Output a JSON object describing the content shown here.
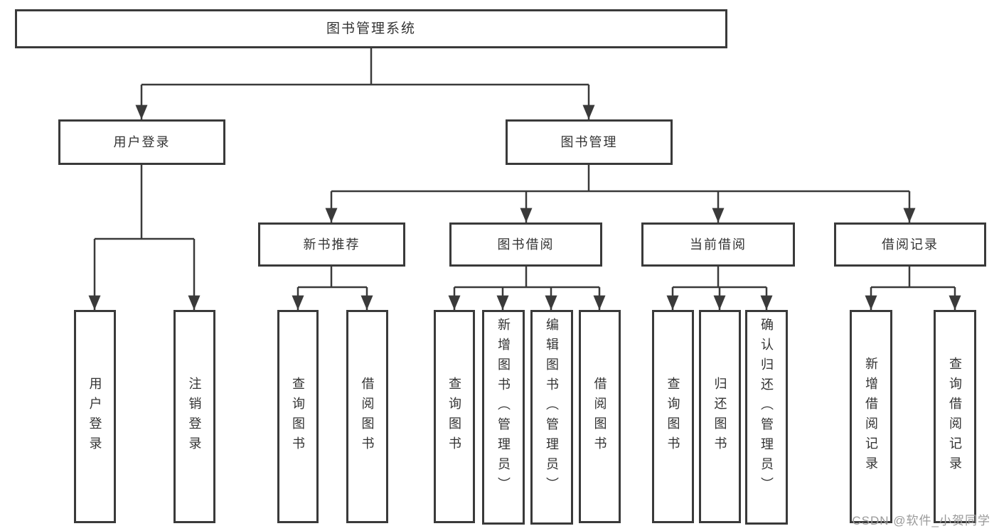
{
  "watermark": {
    "text": "CSDN @软件_小贺同学",
    "color": "#9a9a9a"
  },
  "colors": {
    "line": "#3a3a3a",
    "text": "#333333",
    "background": "#ffffff"
  },
  "tree": {
    "root": {
      "label": "图书管理系统",
      "children": [
        {
          "label": "用户登录",
          "children": [
            {
              "label": "用户登录"
            },
            {
              "label": "注销登录"
            }
          ]
        },
        {
          "label": "图书管理",
          "children": [
            {
              "label": "新书推荐",
              "children": [
                {
                  "label": "查询图书"
                },
                {
                  "label": "借阅图书"
                }
              ]
            },
            {
              "label": "图书借阅",
              "children": [
                {
                  "label": "查询图书"
                },
                {
                  "label": "新增图书（管理员）"
                },
                {
                  "label": "编辑图书（管理员）"
                },
                {
                  "label": "借阅图书"
                }
              ]
            },
            {
              "label": "当前借阅",
              "children": [
                {
                  "label": "查询图书"
                },
                {
                  "label": "归还图书"
                },
                {
                  "label": "确认归还（管理员）"
                }
              ]
            },
            {
              "label": "借阅记录",
              "children": [
                {
                  "label": "新增借阅记录"
                },
                {
                  "label": "查询借阅记录"
                }
              ]
            }
          ]
        }
      ]
    }
  }
}
